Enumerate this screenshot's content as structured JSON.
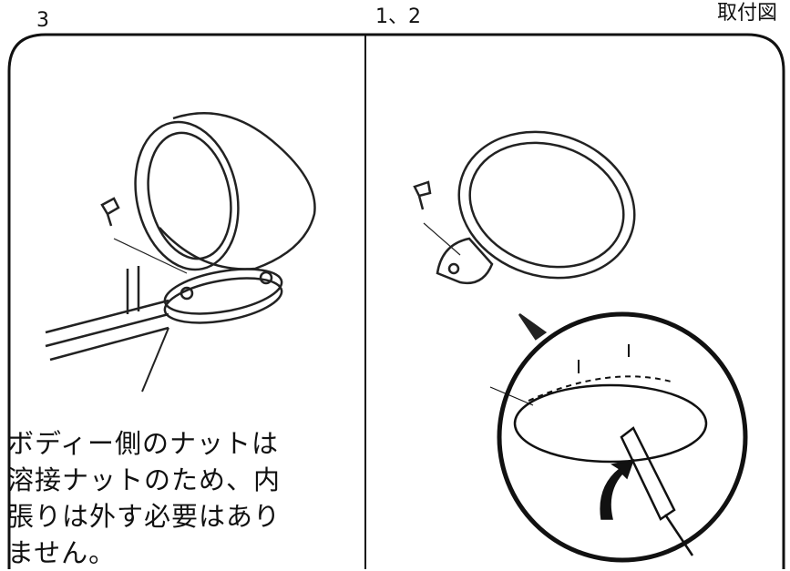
{
  "labels": {
    "step_left": "3",
    "step_right": "1、2",
    "title": "取付図"
  },
  "note_lines": [
    "ボディー側のナットは",
    "溶接ナットのため、内",
    "張りは外す必要はあり",
    "ません。"
  ],
  "colors": {
    "line": "#111111",
    "background": "#ffffff"
  }
}
